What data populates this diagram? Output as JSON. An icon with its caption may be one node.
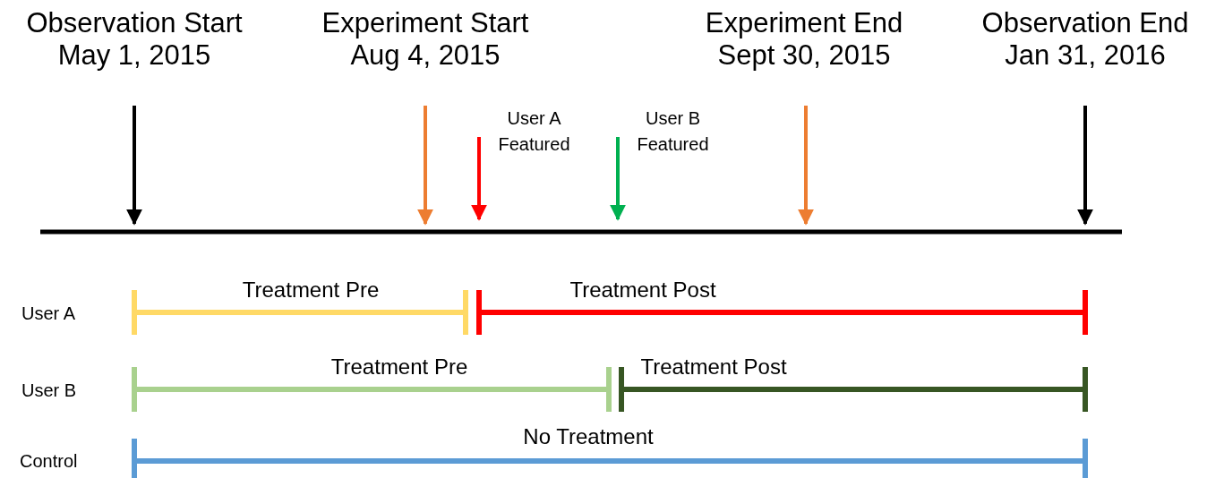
{
  "diagram": {
    "nodes": [
      {
        "text": [
          "Observation Start",
          "May 1, 2015"
        ]
      },
      {
        "text": [
          "Experiment Start",
          "Aug 4, 2015"
        ]
      },
      {
        "text": [
          "User A Featured"
        ]
      },
      {
        "text": [
          "User B Featured"
        ]
      },
      {
        "text": [
          "Experiment End",
          "Sept 30, 2015"
        ]
      },
      {
        "text": [
          "Observation End",
          "Jan 31, 2016"
        ]
      },
      {
        "text": [
          "Treatment Pre"
        ]
      },
      {
        "text": [
          "Treatment Post"
        ]
      },
      {
        "text": [
          "Treatment Pre"
        ]
      },
      {
        "text": [
          "Treatment Post"
        ]
      },
      {
        "text": [
          "No Treatment"
        ]
      }
    ],
    "edges": [
      {
        "from": 0,
        "to": null,
        "arrow": "to"
      },
      {
        "from": 1,
        "to": null,
        "arrow": "to",
        "color": "#ed7d31"
      },
      {
        "from": 2,
        "to": null,
        "arrow": "to",
        "color": "#ff0000"
      },
      {
        "from": 3,
        "to": null,
        "arrow": "to",
        "color": "#00b050"
      },
      {
        "from": 4,
        "to": null,
        "arrow": "to",
        "color": "#ed7d31"
      },
      {
        "from": 5,
        "to": null,
        "arrow": "to"
      }
    ],
    "labels": [
      "User A",
      "User B",
      "Control"
    ]
  }
}
